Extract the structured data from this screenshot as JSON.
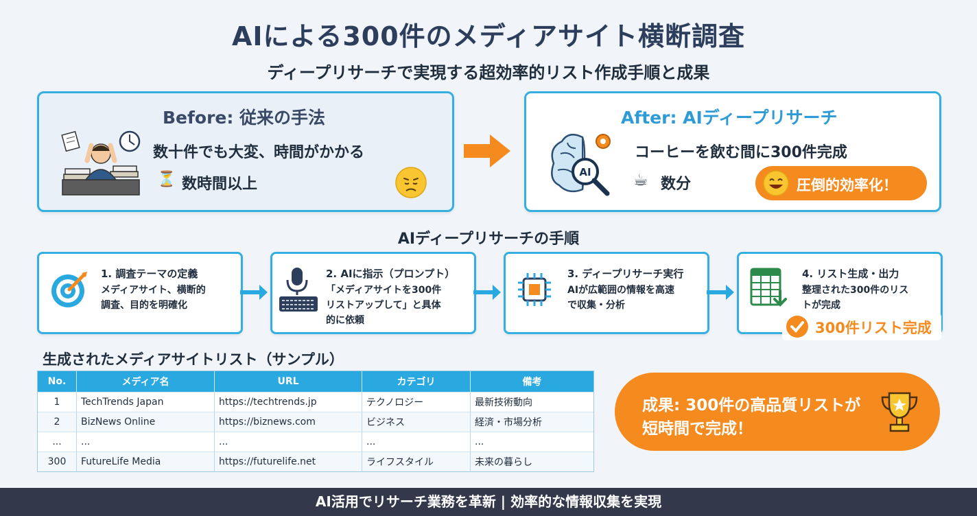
{
  "header": {
    "title": "AIによる300件のメディアサイト横断調査",
    "subtitle": "ディープリサーチで実現する超効率的リスト作成手順と成果"
  },
  "before": {
    "title": "Before: 従来の手法",
    "line1": "数十件でも大変、時間がかかる",
    "line2": "数時間以上",
    "icon_emoji": "😔"
  },
  "after": {
    "title": "After: AIディープリサーチ",
    "line1": "コーヒーを飲む間に300件完成",
    "line2": "数分",
    "badge": "圧倒的効率化！",
    "ai_label": "AI"
  },
  "steps_section": {
    "title": "AIディープリサーチの手順",
    "steps": [
      {
        "title": "1. 調査テーマの定義",
        "desc": [
          "メディアサイト、横断的",
          "調査、目的を明確化"
        ]
      },
      {
        "title": "2. AIに指示（プロンプト）",
        "desc": [
          "「メディアサイトを300件",
          "リストアップして」と具体",
          "的に依頼"
        ]
      },
      {
        "title": "3. ディープリサーチ実行",
        "desc": [
          "AIが広範囲の情報を高速",
          "で収集・分析"
        ]
      },
      {
        "title": "4. リスト生成・出力",
        "desc": [
          "整理された300件のリス",
          "トが完成"
        ]
      }
    ],
    "complete_badge": "300件リスト完成"
  },
  "table": {
    "title": "生成されたメディアサイトリスト（サンプル）",
    "headers": [
      "No.",
      "メディア名",
      "URL",
      "カテゴリ",
      "備考"
    ],
    "rows": [
      [
        "1",
        "TechTrends Japan",
        "https://techtrends.jp",
        "テクノロジー",
        "最新技術動向"
      ],
      [
        "2",
        "BizNews Online",
        "https://biznews.com",
        "ビジネス",
        "経済・市場分析"
      ],
      [
        "...",
        "...",
        "...",
        "...",
        "..."
      ],
      [
        "300",
        "FutureLife Media",
        "https://futurelife.net",
        "ライフスタイル",
        "未来の暮らし"
      ]
    ]
  },
  "result": {
    "line1": "成果: 300件の高品質リストが",
    "line2": "短時間で完成！"
  },
  "footer": {
    "text": "AI活用でリサーチ業務を革新 | 効率的な情報収集を実現"
  },
  "colors": {
    "accent_blue": "#35aee0",
    "accent_orange": "#f58a1f",
    "footer_bg": "#33394a"
  }
}
